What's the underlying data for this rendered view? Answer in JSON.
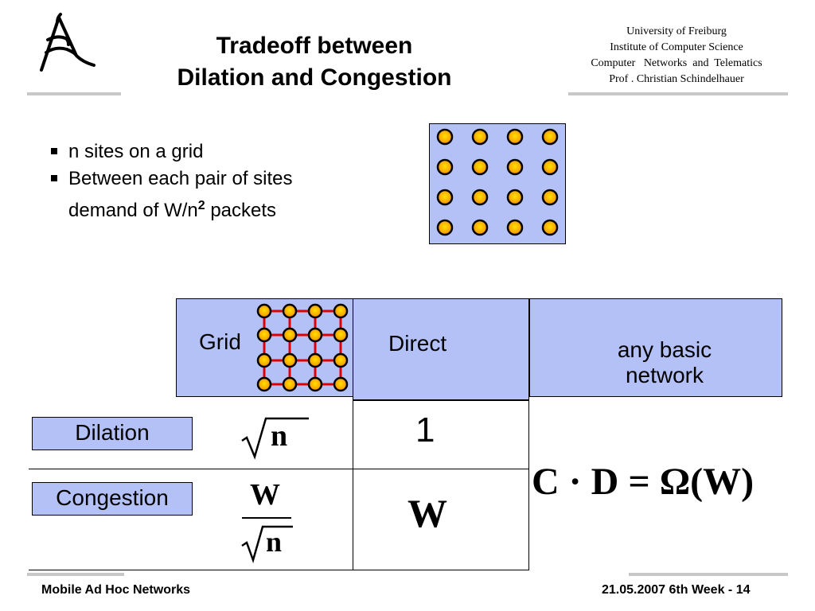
{
  "slide": {
    "title_line1": "Tradeoff between",
    "title_line2": "Dilation and Congestion",
    "university": [
      "University of Freiburg",
      "Institute of Computer Science",
      "Computer   Networks  and  Telematics",
      "Prof . Christian Schindelhauer"
    ],
    "bullets": [
      "n sites on a grid",
      "Between each pair of sites",
      "demand of W/n"
    ],
    "bullet3_sup": "2",
    "bullet3_suffix": " packets"
  },
  "table": {
    "header_grid": "Grid",
    "header_direct": "Direct",
    "header_any_line1": "any basic",
    "header_any_line2": "network",
    "row_dilation": "Dilation",
    "row_congestion": "Congestion",
    "dilation_grid": "n",
    "dilation_direct": "1",
    "congestion_grid_num": "W",
    "congestion_grid_den": "n",
    "congestion_direct": "W",
    "formula": "C · D = Ω(W)"
  },
  "footer": {
    "left": "Mobile Ad Hoc Networks",
    "right": "21.05.2007 6th Week - 14"
  },
  "colors": {
    "panel_blue": "#b3c1f7",
    "node_orange": "#f7a400",
    "grid_red": "#e00000",
    "bar_gray": "#c8c8c8"
  }
}
